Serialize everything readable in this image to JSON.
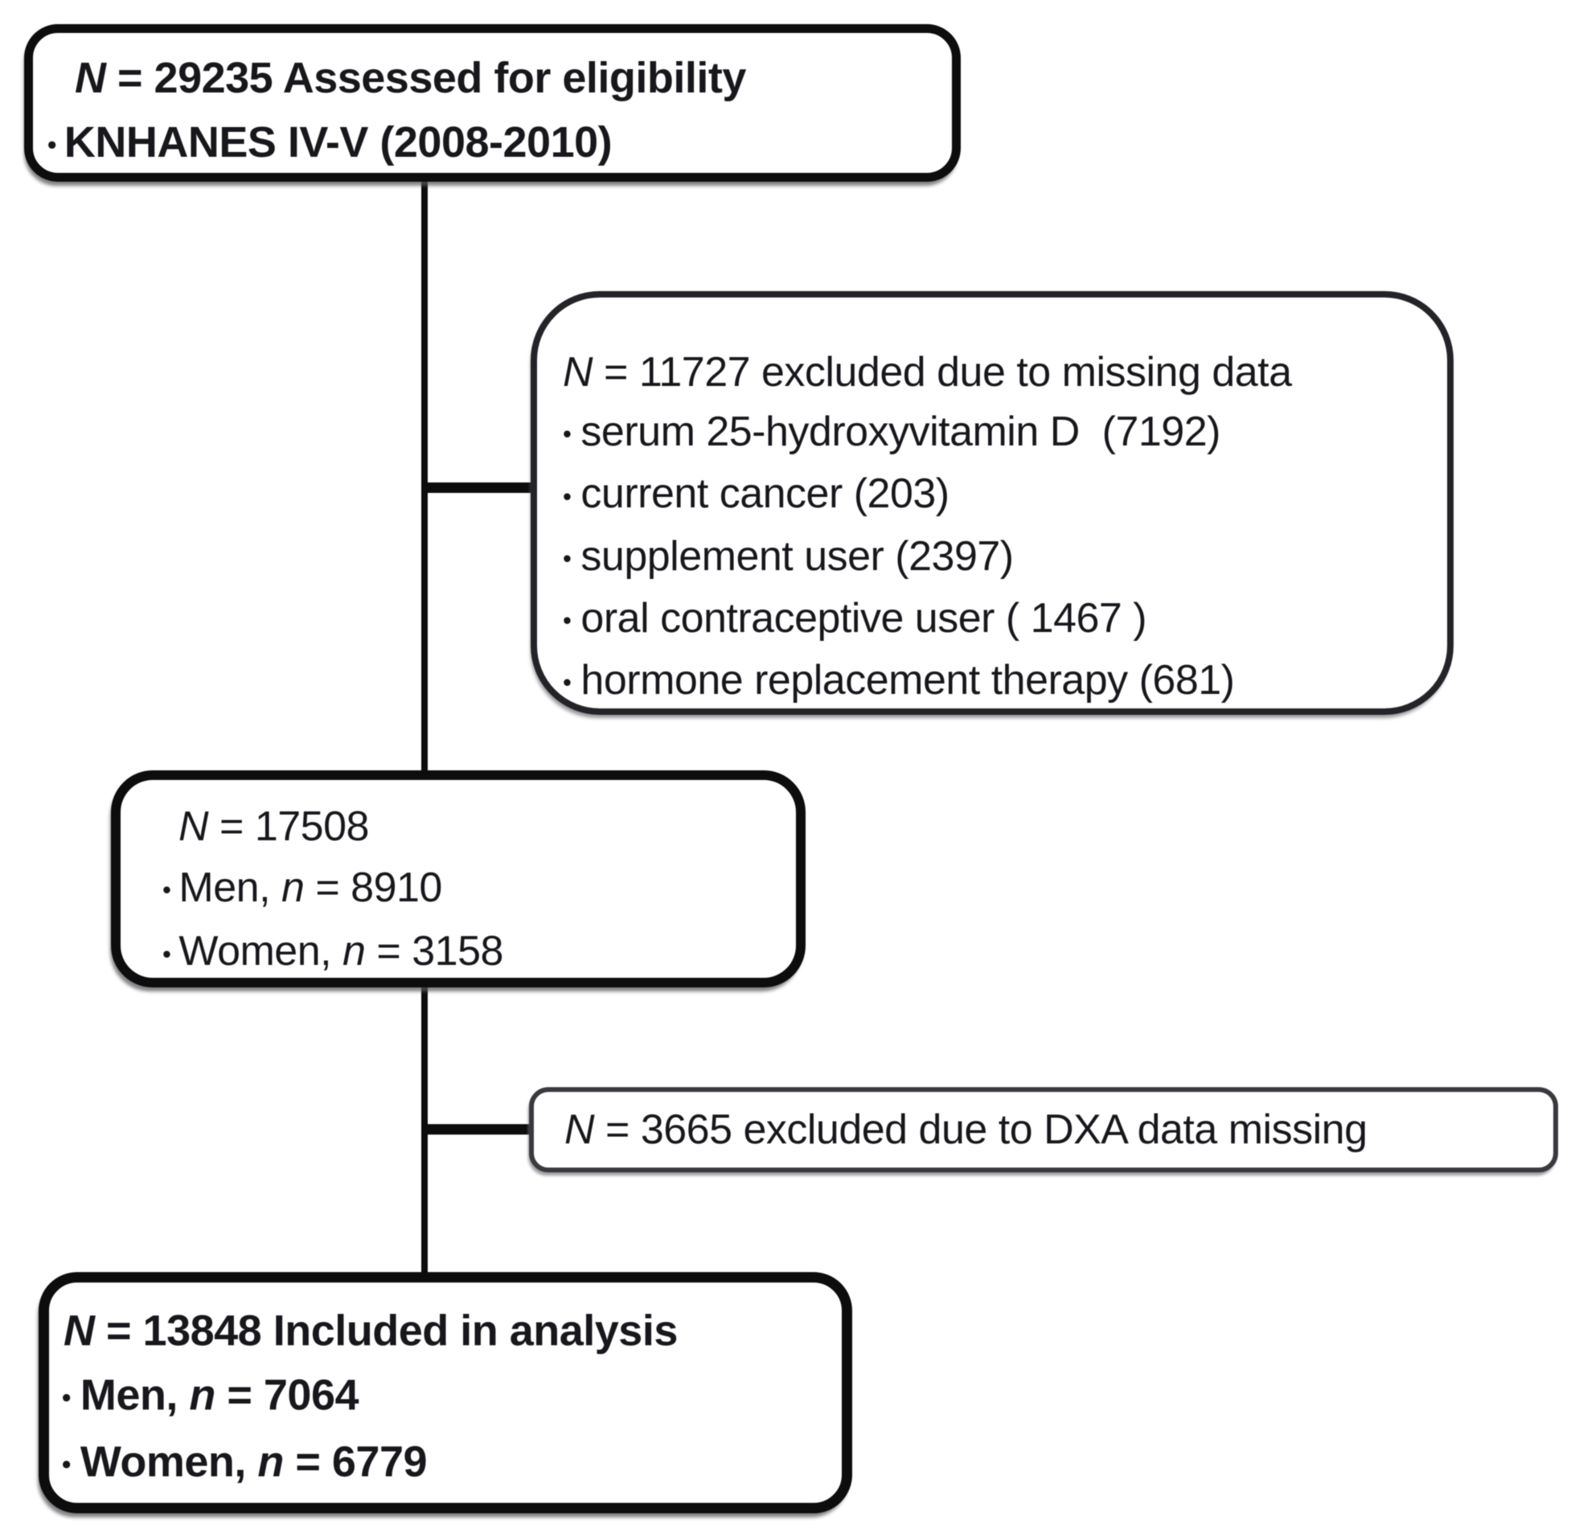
{
  "ui": {
    "bullet": "•"
  },
  "colors": {
    "background": "#ffffff",
    "text": "#17171c",
    "box_border": "#0d0d0d",
    "connector": "#0c0c0c"
  },
  "boxes": {
    "eligibility": {
      "title": [
        [
          "N",
          true
        ],
        [
          " = 29235 Assessed for eligibility",
          false
        ]
      ],
      "items": [
        [
          [
            "KNHANES IV-V (2008-2010)",
            false
          ]
        ]
      ]
    },
    "excluded_missing": {
      "title": [
        [
          "N",
          true
        ],
        [
          " = 11727 excluded due to missing data",
          false
        ]
      ],
      "items": [
        [
          [
            "serum 25-hydroxyvitamin D  (7192)",
            false
          ]
        ],
        [
          [
            "current cancer (203)",
            false
          ]
        ],
        [
          [
            "supplement user (2397)",
            false
          ]
        ],
        [
          [
            "oral contraceptive user ( 1467 )",
            false
          ]
        ],
        [
          [
            "hormone replacement therapy (681)",
            false
          ]
        ]
      ]
    },
    "interim": {
      "title": [
        [
          "N",
          true
        ],
        [
          " = 17508",
          false
        ]
      ],
      "items": [
        [
          [
            "Men, ",
            false
          ],
          [
            "n",
            true
          ],
          [
            " = 8910",
            false
          ]
        ],
        [
          [
            "Women, ",
            false
          ],
          [
            "n",
            true
          ],
          [
            " = 3158",
            false
          ]
        ]
      ]
    },
    "excluded_dxa": {
      "title": [
        [
          "N",
          true
        ],
        [
          " = 3665 excluded due to DXA data missing",
          false
        ]
      ]
    },
    "included": {
      "title": [
        [
          "N",
          true
        ],
        [
          " = 13848 Included in analysis",
          false
        ]
      ],
      "items": [
        [
          [
            "Men, ",
            false
          ],
          [
            "n",
            true
          ],
          [
            " = 7064",
            false
          ]
        ],
        [
          [
            "Women, ",
            false
          ],
          [
            "n",
            true
          ],
          [
            " = 6779",
            false
          ]
        ]
      ]
    }
  }
}
